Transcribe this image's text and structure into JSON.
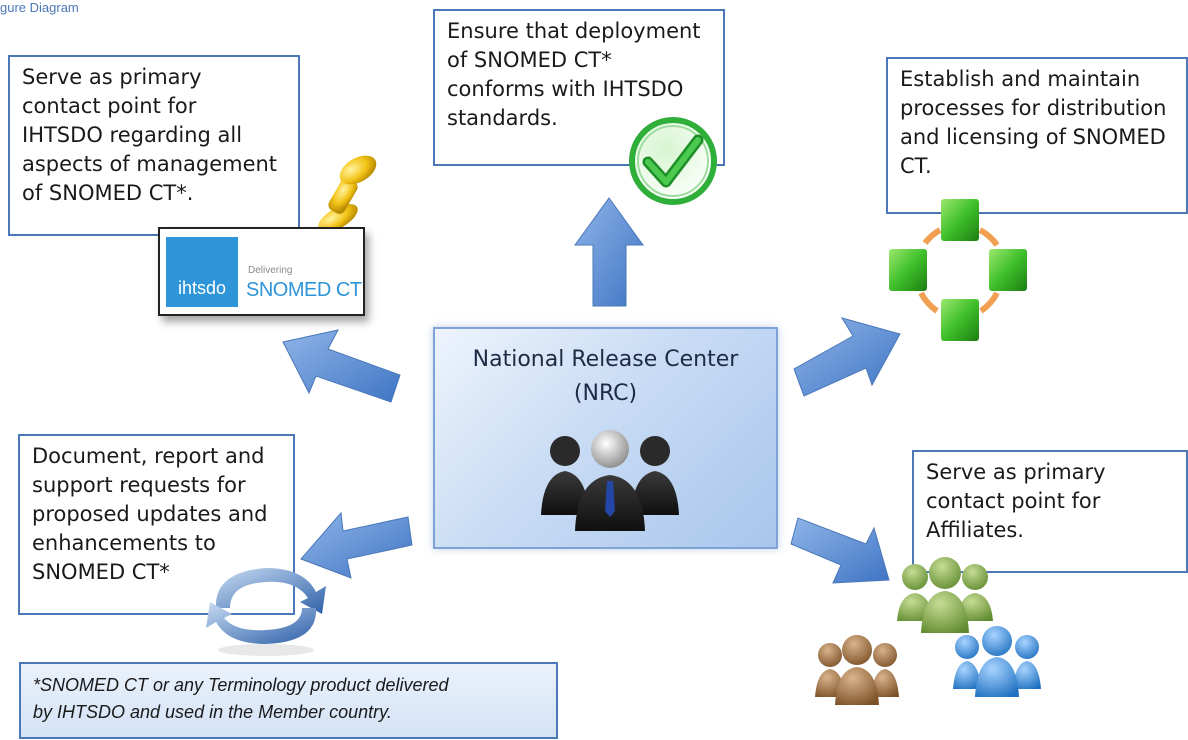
{
  "header_fragment": "gure Diagram",
  "center": {
    "title_line1": "National Release Center",
    "title_line2": "(NRC)"
  },
  "boxes": {
    "ihtsdo_contact": [
      "Serve as primary",
      "contact point for",
      "IHTSDO regarding all",
      "aspects of management",
      "of SNOMED CT*."
    ],
    "deployment": [
      "Ensure that deployment",
      "of SNOMED CT*",
      "conforms with IHTSDO",
      "standards."
    ],
    "distribution": [
      "Establish and maintain",
      "processes for distribution",
      "and licensing of SNOMED",
      "CT."
    ],
    "document": [
      "Document, report and",
      "support requests for",
      "proposed updates and",
      "enhancements to",
      "SNOMED CT*"
    ],
    "affiliates": [
      "Serve as primary",
      "contact point for",
      "Affiliates."
    ]
  },
  "logo": {
    "left_text": "ihtsdo",
    "small_text": "Delivering",
    "big_text": "SNOMED CT"
  },
  "footnote": [
    "*SNOMED CT or any Terminology product delivered",
    "by IHTSDO and used in the Member country."
  ],
  "colors": {
    "border": "#4a78b8",
    "arrow": "#5b8fd6",
    "center_fill": "#c9dcf4",
    "check": "#2fae3a",
    "cube": "#3fbf2a",
    "people_green": "#7fa34a",
    "people_brown": "#9a6b3f",
    "people_blue": "#3d8fd9"
  },
  "icons": [
    "thumbtack-icon",
    "checkmark-icon",
    "cube-cycle-icon",
    "people-group-icon",
    "refresh-arrows-icon",
    "affiliate-groups-icon"
  ]
}
